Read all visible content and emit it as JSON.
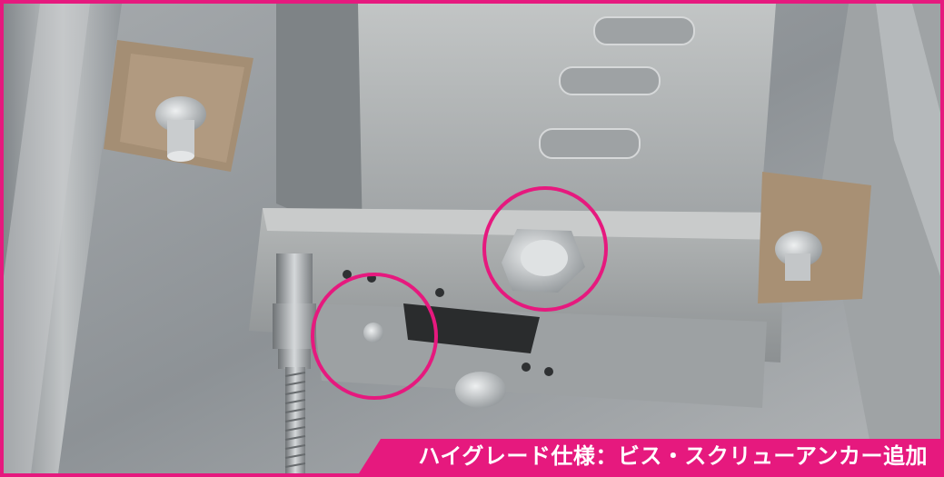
{
  "caption": {
    "text": "ハイグレード仕様：ビス・スクリューアンカー追加"
  },
  "colors": {
    "accent": "#e6197e",
    "frame": "#e6197e",
    "caption_text": "#ffffff",
    "outer_bg": "#9ad4ee"
  },
  "highlights": [
    {
      "name": "highlight-circle-bolt"
    },
    {
      "name": "highlight-circle-screw"
    }
  ]
}
